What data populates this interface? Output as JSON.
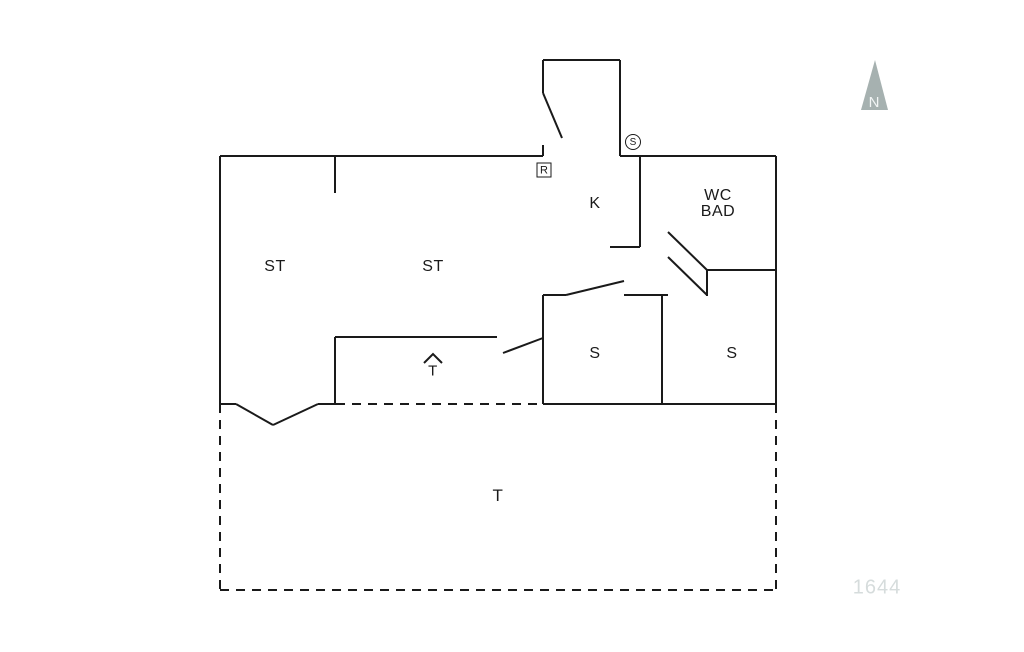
{
  "plan": {
    "number": "1644",
    "compass_label": "N"
  },
  "rooms": {
    "living_left": "ST",
    "living_main": "ST",
    "kitchen": "K",
    "bath_line1": "WC",
    "bath_line2": "BAD",
    "bedroom_left": "S",
    "bedroom_right": "S",
    "hall_attic": "T",
    "terrace": "T"
  },
  "symbols": {
    "boxed_r": "R",
    "circled_s": "S"
  },
  "colors": {
    "wall": "#1a1a1a",
    "compass_fill": "#a6b1b0",
    "compass_letter": "#f2f5f5",
    "plan_number": "#d6dcdc",
    "background": "#ffffff"
  }
}
